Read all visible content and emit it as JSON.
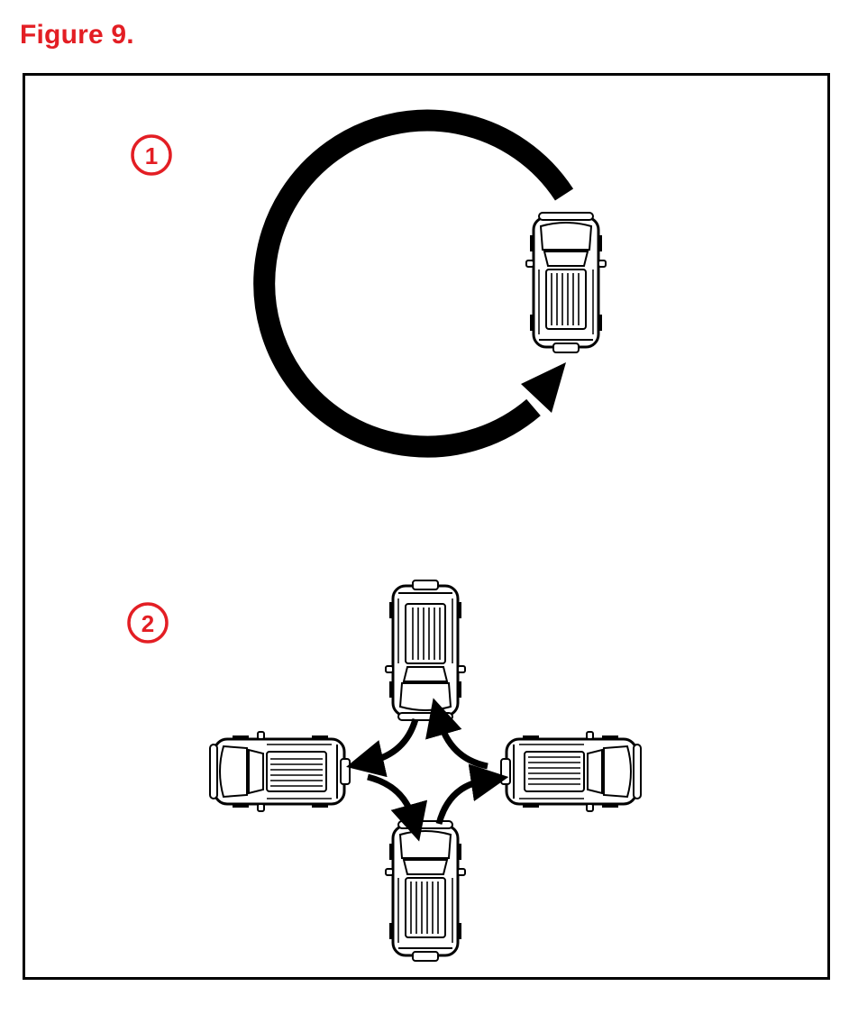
{
  "figure_title": "Figure 9.",
  "steps": [
    {
      "number": "1",
      "description_icon": "circular-turn-arrow"
    },
    {
      "number": "2",
      "description_icon": "four-way-turn-arrows"
    }
  ],
  "colors": {
    "accent_red": "#e31e24",
    "line": "#000000",
    "background": "#ffffff"
  }
}
